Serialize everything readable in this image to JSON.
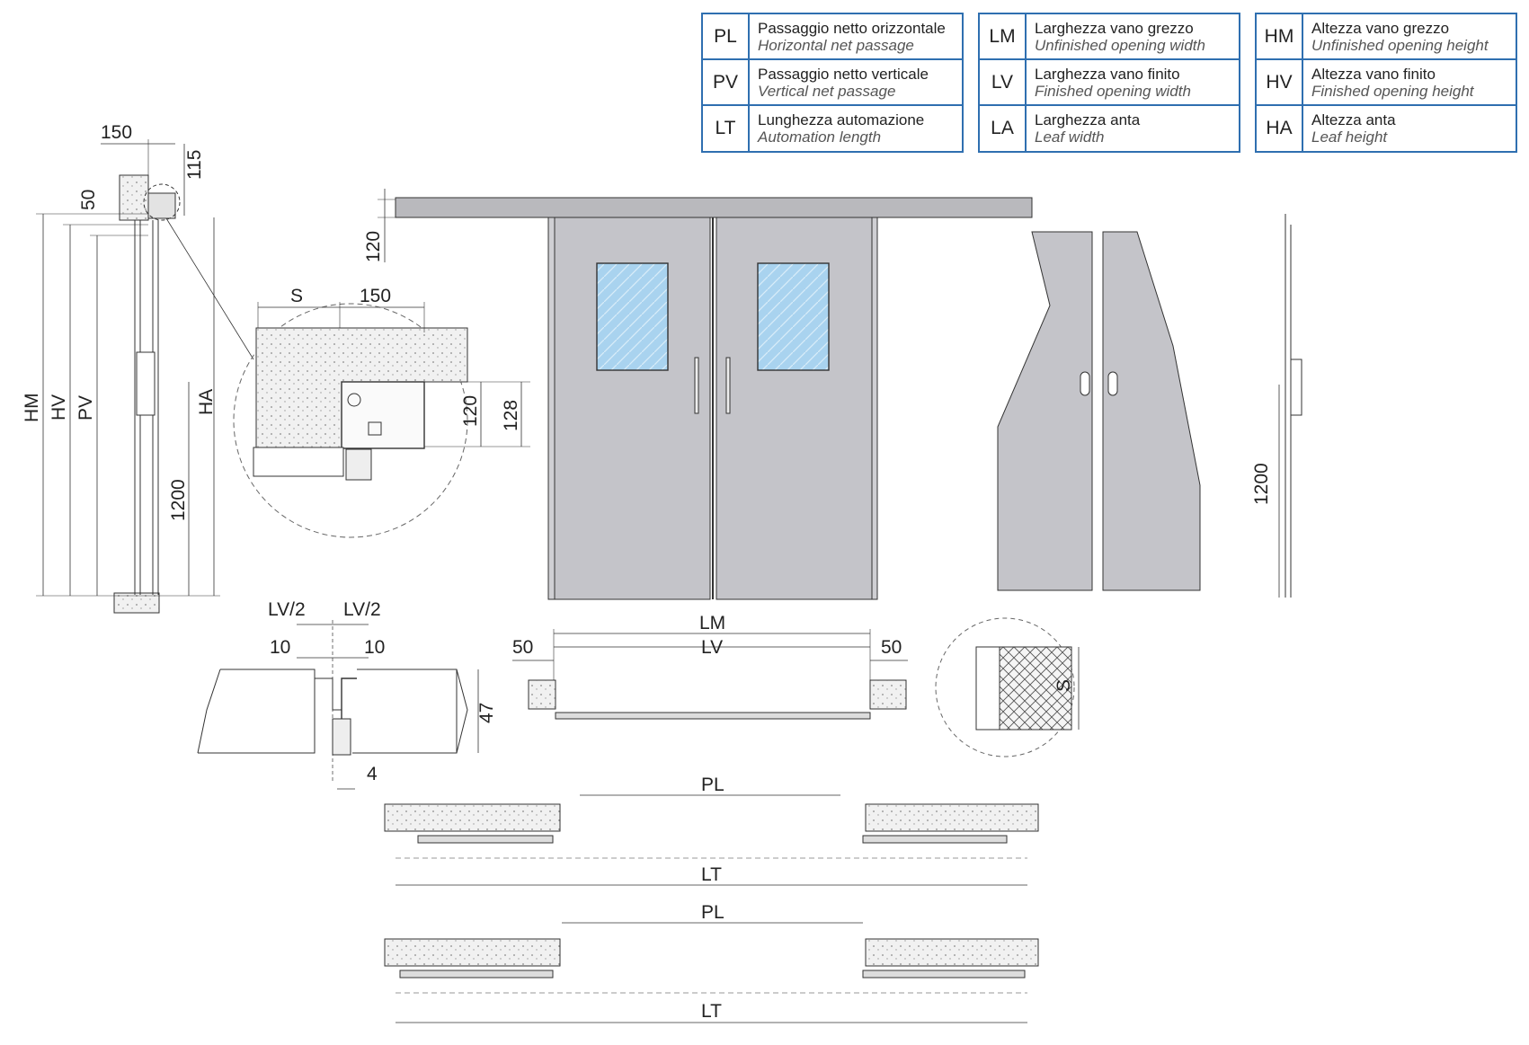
{
  "legend": {
    "groups": [
      {
        "rows": [
          {
            "code": "PL",
            "it": "Passaggio netto orizzontale",
            "en": "Horizontal net passage"
          },
          {
            "code": "PV",
            "it": "Passaggio netto verticale",
            "en": "Vertical net passage"
          },
          {
            "code": "LT",
            "it": "Lunghezza automazione",
            "en": "Automation length"
          }
        ]
      },
      {
        "rows": [
          {
            "code": "LM",
            "it": "Larghezza vano grezzo",
            "en": "Unfinished opening width"
          },
          {
            "code": "LV",
            "it": "Larghezza vano finito",
            "en": "Finished opening width"
          },
          {
            "code": "LA",
            "it": "Larghezza anta",
            "en": "Leaf width"
          }
        ]
      },
      {
        "rows": [
          {
            "code": "HM",
            "it": "Altezza vano grezzo",
            "en": "Unfinished opening height"
          },
          {
            "code": "HV",
            "it": "Altezza vano finito",
            "en": "Finished opening height"
          },
          {
            "code": "HA",
            "it": "Altezza anta",
            "en": "Leaf height"
          }
        ]
      }
    ]
  },
  "side_section": {
    "dim_150": "150",
    "dim_115": "115",
    "dim_50": "50",
    "dim_hm": "HM",
    "dim_hv": "HV",
    "dim_pv": "PV",
    "dim_ha": "HA",
    "dim_1200": "1200"
  },
  "detail_top": {
    "dim_s": "S",
    "dim_150": "150",
    "dim_120": "120",
    "dim_128": "128"
  },
  "front_view": {
    "dim_120": "120"
  },
  "right_side": {
    "dim_1200": "1200"
  },
  "joint_detail": {
    "dim_lv2_left": "LV/2",
    "dim_lv2_right": "LV/2",
    "dim_10_left": "10",
    "dim_10_right": "10",
    "dim_47": "47",
    "dim_4": "4"
  },
  "plan_closed": {
    "dim_lm": "LM",
    "dim_lv": "LV",
    "dim_50_left": "50",
    "dim_50_right": "50",
    "dim_s": "S"
  },
  "plan_open_1": {
    "dim_pl": "PL",
    "dim_lt": "LT"
  },
  "plan_open_2": {
    "dim_pl": "PL",
    "dim_lt": "LT"
  }
}
